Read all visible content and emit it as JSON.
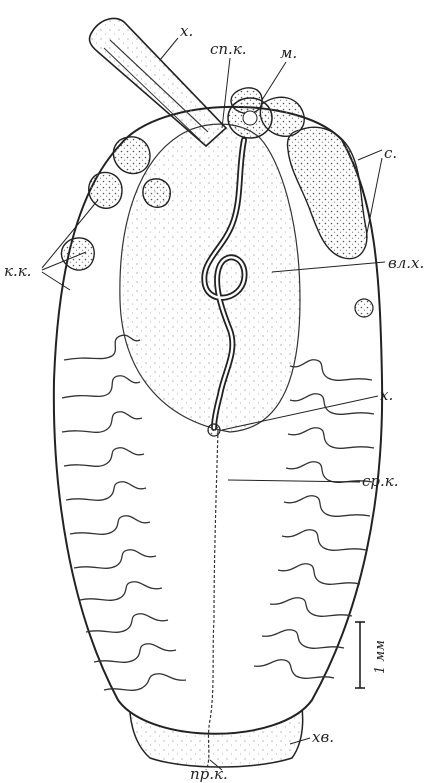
{
  "labels": {
    "chorion_top": "х.",
    "spk": "сп.к.",
    "m": "м.",
    "s": "с.",
    "kk": "к.к.",
    "vlh": "вл.х.",
    "chorion_mid": "х.",
    "srk": "ср.к.",
    "scale": "1 мм",
    "hv": "хв.",
    "prk": "пр.к."
  },
  "colors": {
    "ink": "#222222",
    "paper": "#ffffff",
    "stipple": "#6b6b6b"
  }
}
